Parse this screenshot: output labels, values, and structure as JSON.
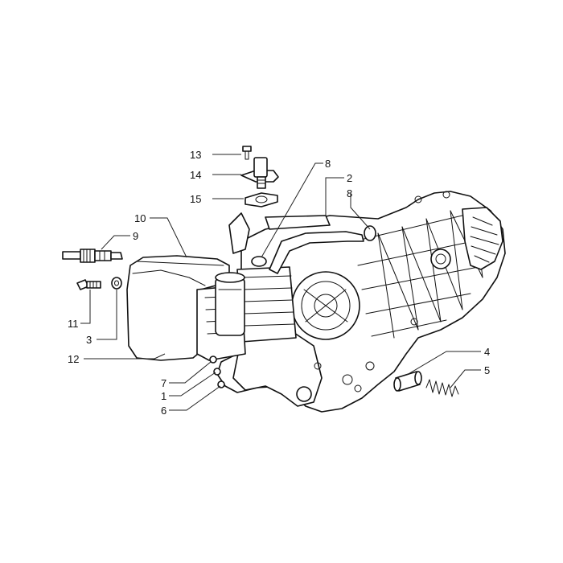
{
  "diagram": {
    "callouts": [
      {
        "id": "c13",
        "label": "13"
      },
      {
        "id": "c14",
        "label": "14"
      },
      {
        "id": "c15",
        "label": "15"
      },
      {
        "id": "c8a",
        "label": "8"
      },
      {
        "id": "c2",
        "label": "2"
      },
      {
        "id": "c8b",
        "label": "8"
      },
      {
        "id": "c10",
        "label": "10"
      },
      {
        "id": "c9",
        "label": "9"
      },
      {
        "id": "c11",
        "label": "11"
      },
      {
        "id": "c3",
        "label": "3"
      },
      {
        "id": "c12",
        "label": "12"
      },
      {
        "id": "c7",
        "label": "7"
      },
      {
        "id": "c1",
        "label": "1"
      },
      {
        "id": "c6",
        "label": "6"
      },
      {
        "id": "c4",
        "label": "4"
      },
      {
        "id": "c5",
        "label": "5"
      }
    ]
  }
}
